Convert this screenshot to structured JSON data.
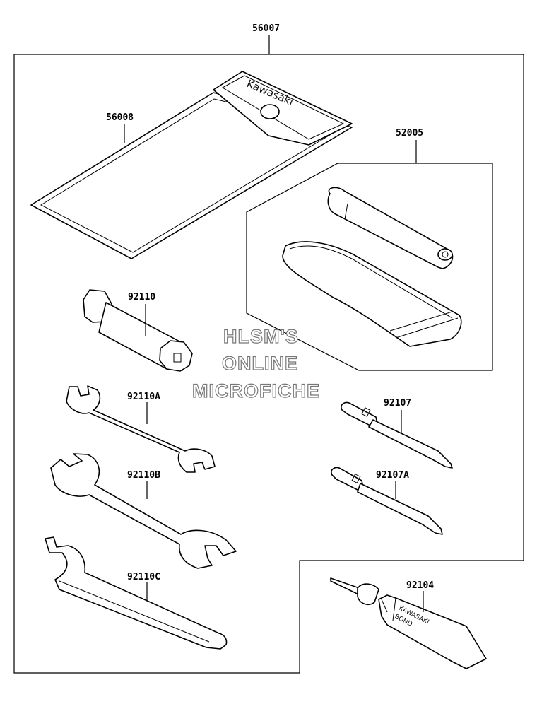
{
  "diagram": {
    "parts": [
      {
        "id": "56007"
      },
      {
        "id": "56008"
      },
      {
        "id": "52005"
      },
      {
        "id": "92110"
      },
      {
        "id": "92110A"
      },
      {
        "id": "92110B"
      },
      {
        "id": "92110C"
      },
      {
        "id": "92107"
      },
      {
        "id": "92107A"
      },
      {
        "id": "92104"
      }
    ],
    "pouch_brand": "Kawasaki",
    "tube_text_line1": "KAWASAKI",
    "tube_text_line2": "BOND",
    "watermark": [
      "HLSM'S",
      "ONLINE",
      "MICROFICHE"
    ]
  }
}
